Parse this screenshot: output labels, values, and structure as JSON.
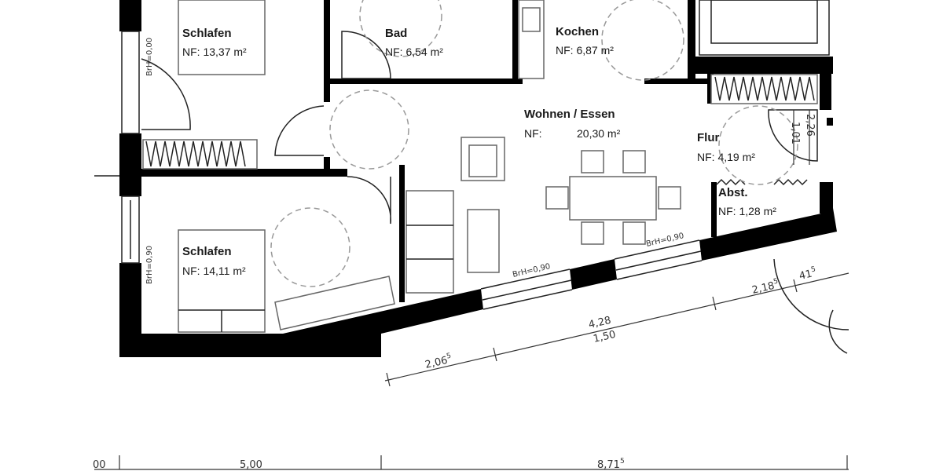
{
  "rooms": {
    "bedroom_top": {
      "name": "Schlafen",
      "area": "NF: 13,37 m²"
    },
    "bath": {
      "name": "Bad",
      "area": "NF: 6,54 m²"
    },
    "kitchen": {
      "name": "Kochen",
      "area": "NF: 6,87 m²"
    },
    "living": {
      "name": "Wohnen / Essen",
      "area_prefix": "NF:",
      "area_value": "20,30 m²"
    },
    "hall": {
      "name": "Flur",
      "area": "NF: 4,19 m²"
    },
    "storage": {
      "name": "Abst.",
      "area": "NF: 1,28 m²"
    },
    "bedroom_bottom": {
      "name": "Schlafen",
      "area": "NF: 14,11 m²"
    }
  },
  "window_labels": {
    "left_top": "BrH=0,00",
    "left_bottom": "BrH=0,90",
    "diag_1": "BrH=0,90",
    "diag_2": "BrH=0,90"
  },
  "dimensions": {
    "diag_a": {
      "main": "2,06",
      "sup": "5"
    },
    "diag_b_top": "4,28",
    "diag_b_bottom": "1,50",
    "diag_c": {
      "main": "2,18",
      "sup": "5"
    },
    "diag_d": {
      "main": "41",
      "sup": "5"
    },
    "hall_1": "1,01",
    "hall_2": "2,26",
    "bottom_left_partial": "00",
    "bottom_1": "5,00",
    "bottom_2": {
      "main": "8,71",
      "sup": "5"
    }
  }
}
